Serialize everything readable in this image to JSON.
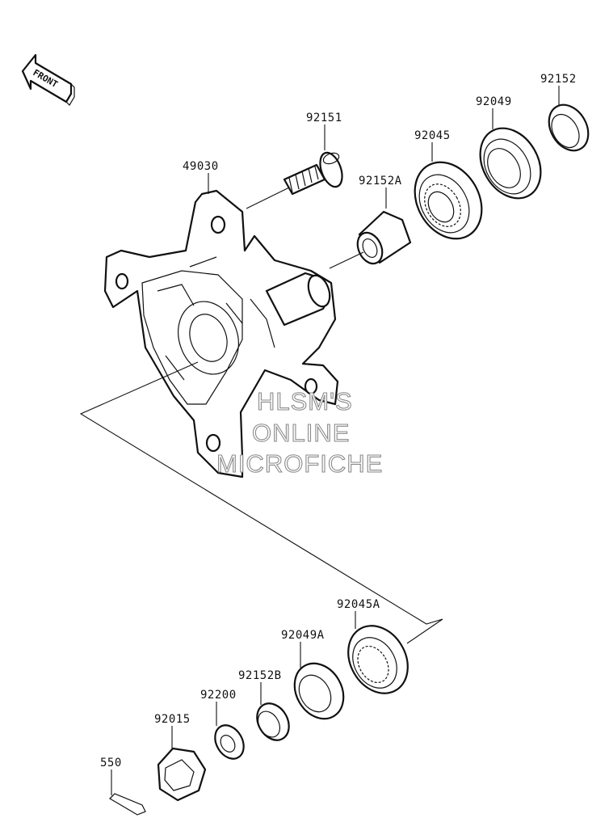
{
  "front_label": "FRONT",
  "watermark": [
    "HLSM'S",
    "ONLINE",
    "MICROFICHE"
  ],
  "parts": {
    "hub": "49030",
    "stud": "92151",
    "collar_upper": "92152A",
    "bearing_upper": "92045",
    "seal_upper": "92049",
    "spacer_upper": "92152",
    "bearing_lower": "92045A",
    "seal_lower": "92049A",
    "collar_lower": "92152B",
    "washer": "92200",
    "nut": "92015",
    "cotter_pin": "550"
  }
}
